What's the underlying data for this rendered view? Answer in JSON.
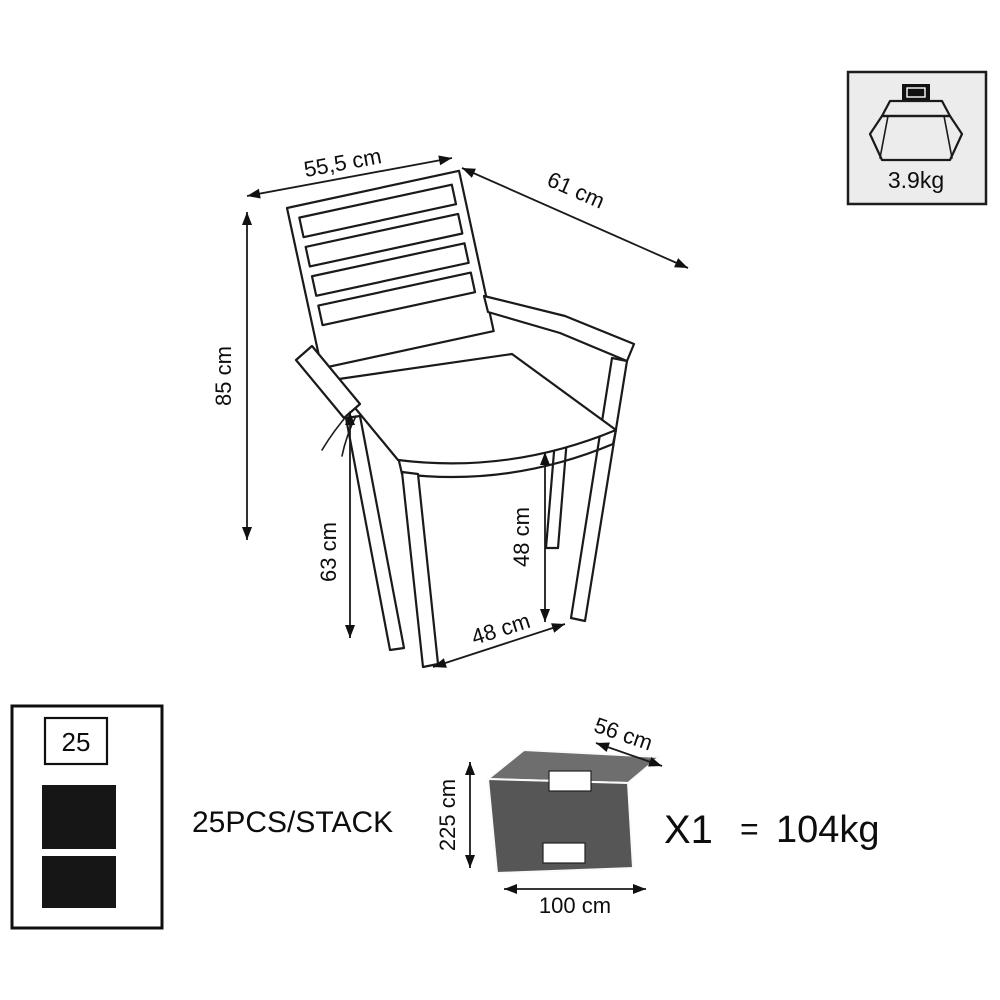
{
  "weight_badge": {
    "value": "3.9kg"
  },
  "chair": {
    "back_width": "55,5 cm",
    "depth": "61 cm",
    "total_height": "85 cm",
    "armrest_height": "63 cm",
    "seat_height": "48 cm",
    "seat_width": "48 cm"
  },
  "stack": {
    "count": "25",
    "label": "25PCS/STACK"
  },
  "package": {
    "depth": "56 cm",
    "height": "225 cm",
    "width": "100 cm",
    "quantity": "X1",
    "equals": "=",
    "total_weight": "104kg"
  },
  "colors": {
    "line": "#1a1a1a",
    "badge_bg": "#ececec",
    "black_fill": "#161616",
    "package_gray": "#565656",
    "package_top": "#6e6e6e"
  }
}
